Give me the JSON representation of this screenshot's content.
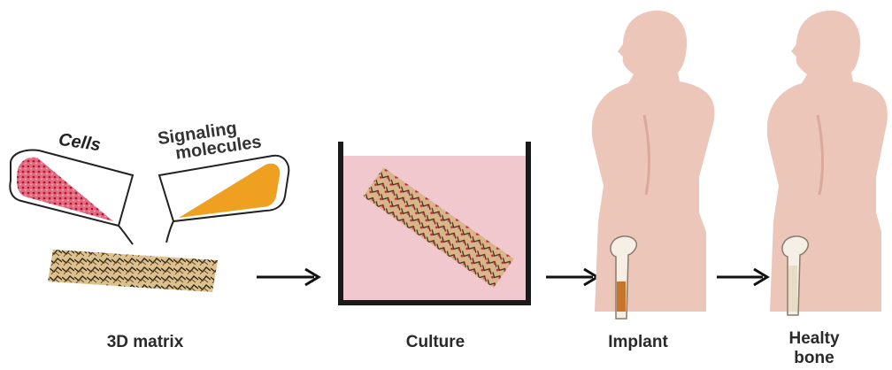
{
  "diagram": {
    "labels": {
      "cells": "Cells",
      "signaling_line1": "Signaling",
      "signaling_line2": "molecules",
      "matrix": "3D matrix",
      "culture": "Culture",
      "implant": "Implant",
      "healthy_line1": "Healty",
      "healthy_line2": "bone"
    },
    "colors": {
      "cells_red": "#d0284a",
      "signal_orange": "#f0a020",
      "matrix_tan": "#d9b98a",
      "matrix_dark": "#2b2418",
      "culture_medium": "#f2c8cf",
      "body_skin": "#ecc6b9",
      "container": "#1a1a1a",
      "arrow": "#111111"
    },
    "icons": [
      "cells-wedge-icon",
      "signaling-wedge-icon",
      "matrix-strip-icon",
      "culture-dish-icon",
      "arrow-right-icon",
      "human-figure-icon",
      "femur-bone-icon"
    ]
  }
}
